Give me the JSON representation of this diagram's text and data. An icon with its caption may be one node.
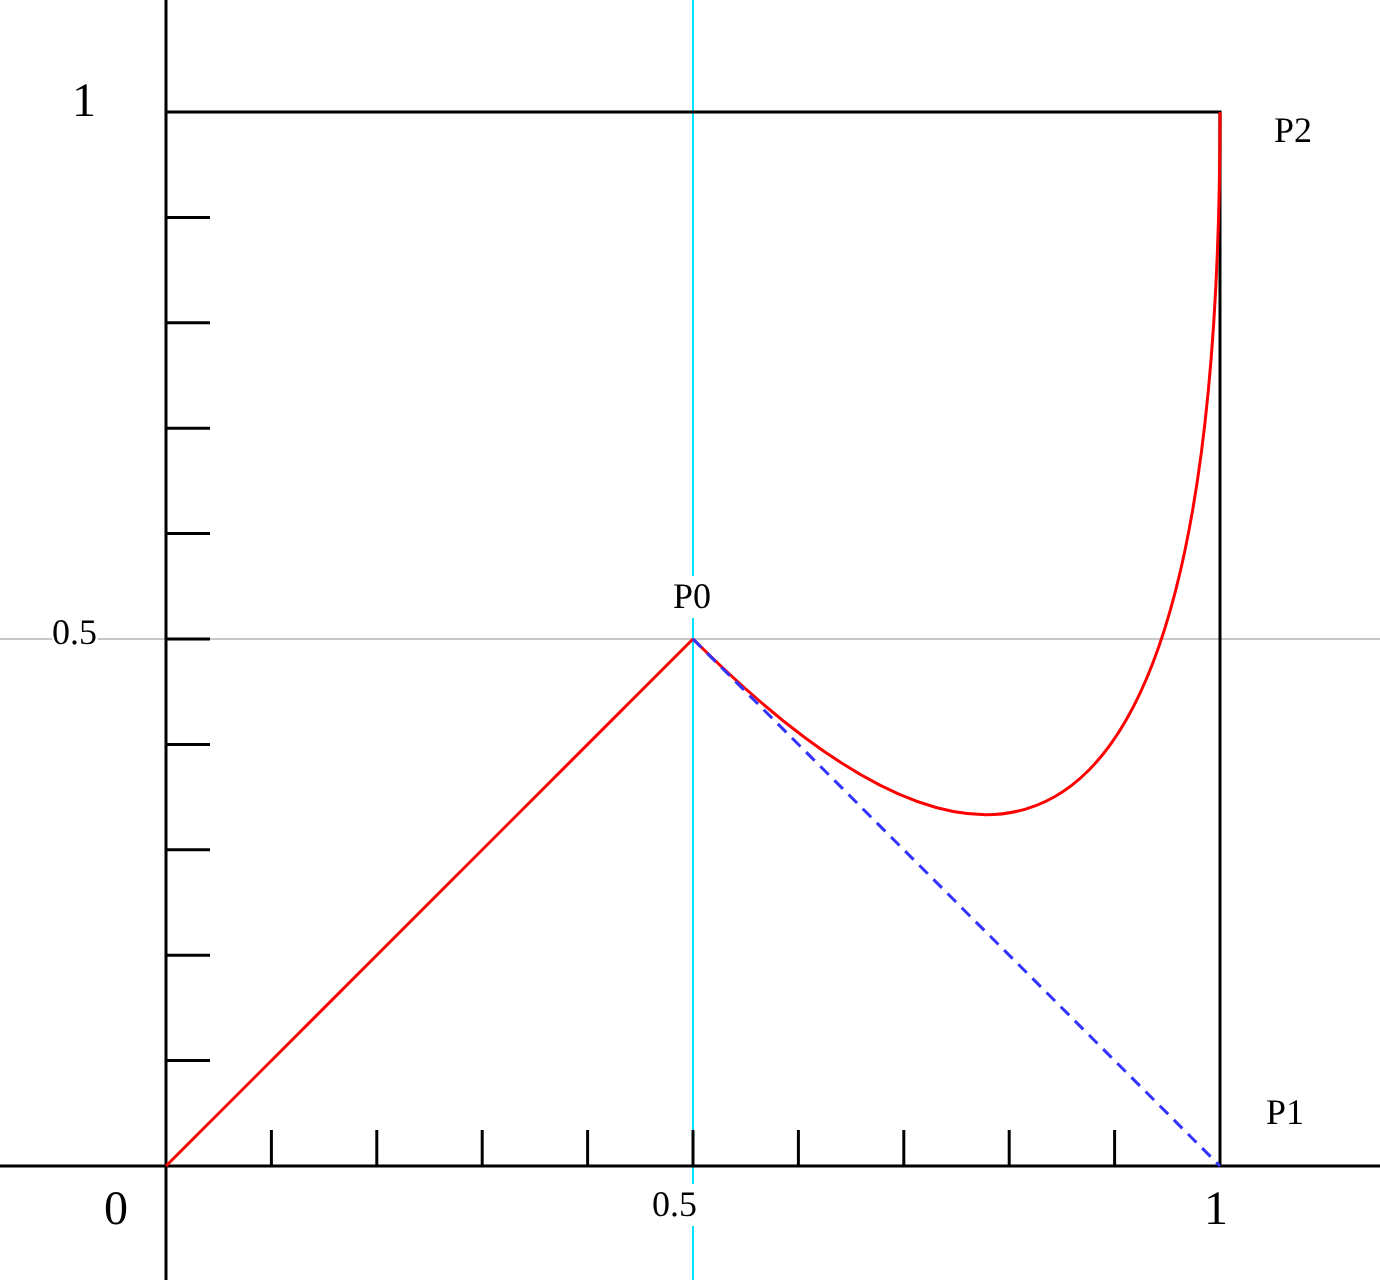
{
  "diagram": {
    "nodes": [
      {
        "text": [
          "P0"
        ]
      },
      {
        "text": [
          "P1"
        ]
      },
      {
        "text": [
          "P2"
        ]
      }
    ],
    "edges": [
      {
        "from": 0,
        "to": 2,
        "arrow": "none",
        "color": "#ff0000"
      },
      {
        "from": 0,
        "to": 1,
        "arrow": "none",
        "style": "dashed",
        "color": "#3333ff"
      }
    ],
    "labels": [
      "1",
      "0.5",
      "0",
      "0.5",
      "1"
    ]
  }
}
